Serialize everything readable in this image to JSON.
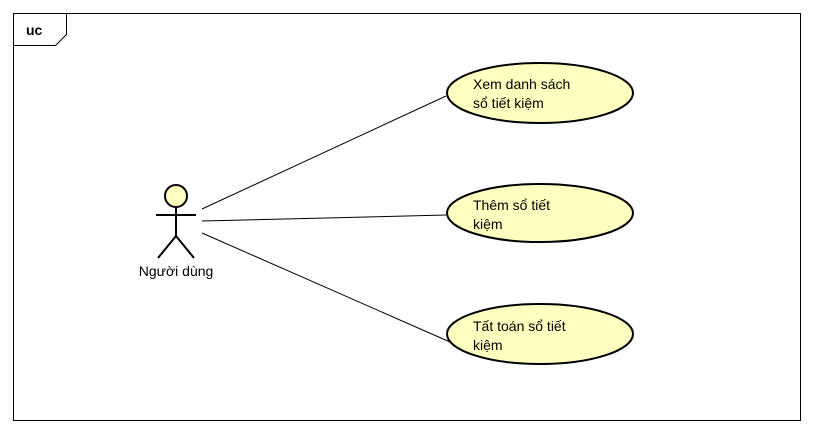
{
  "frame": {
    "label": "uc"
  },
  "colors": {
    "use_case_fill": "#FFFFC0",
    "actor_head_fill": "#FFFFC0",
    "line": "#000000",
    "background": "#FFFFFF"
  },
  "actor": {
    "name": "Người dùng",
    "icon": "stick-figure-actor-icon"
  },
  "use_cases": [
    {
      "line1": "Xem danh sách",
      "line2": "sổ tiết kiệm"
    },
    {
      "line1": "Thêm sổ tiết",
      "line2": "kiệm"
    },
    {
      "line1": "Tất toán sổ tiết",
      "line2": "kiệm"
    }
  ]
}
